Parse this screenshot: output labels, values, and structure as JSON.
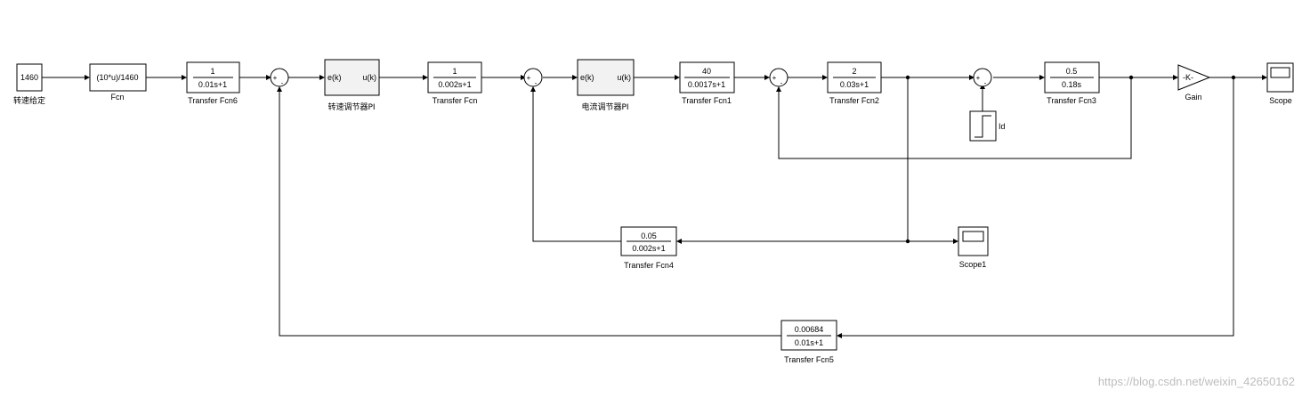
{
  "blocks": {
    "const": {
      "value": "1460",
      "name": "转速给定"
    },
    "fcn": {
      "expr": "(10*u)/1460",
      "name": "Fcn"
    },
    "tf6": {
      "num": "1",
      "den": "0.01s+1",
      "name": "Transfer Fcn6"
    },
    "pi_speed": {
      "in": "e(k)",
      "out": "u(k)",
      "name": "转速调节器PI"
    },
    "tf": {
      "num": "1",
      "den": "0.002s+1",
      "name": "Transfer Fcn"
    },
    "pi_current": {
      "in": "e(k)",
      "out": "u(k)",
      "name": "电流调节器PI"
    },
    "tf1": {
      "num": "40",
      "den": "0.0017s+1",
      "name": "Transfer Fcn1"
    },
    "tf2": {
      "num": "2",
      "den": "0.03s+1",
      "name": "Transfer Fcn2"
    },
    "tf3": {
      "num": "0.5",
      "den": "0.18s",
      "name": "Transfer Fcn3"
    },
    "gain": {
      "value": "-K-",
      "name": "Gain"
    },
    "scope": {
      "name": "Scope"
    },
    "step_id": {
      "name": "Id"
    },
    "tf4": {
      "num": "0.05",
      "den": "0.002s+1",
      "name": "Transfer Fcn4"
    },
    "scope1": {
      "name": "Scope1"
    },
    "tf5": {
      "num": "0.00684",
      "den": "0.01s+1",
      "name": "Transfer Fcn5"
    }
  },
  "sum_signs": {
    "plus": "+",
    "minus": "-"
  },
  "watermark": "https://blog.csdn.net/weixin_42650162"
}
